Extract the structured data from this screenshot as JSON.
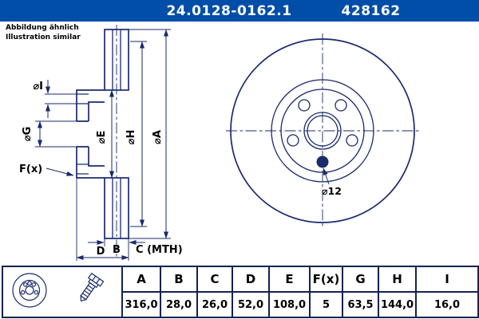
{
  "header": {
    "part_number": "24.0128-0162.1",
    "article_number": "428162"
  },
  "note": {
    "line1": "Abbildung ähnlich",
    "line2": "Illustration similar"
  },
  "drawing": {
    "labels": {
      "dia_i": "⌀I",
      "dia_g": "⌀G",
      "dia_e": "⌀E",
      "dia_h": "⌀H",
      "dia_a": "⌀A",
      "f_x": "F(x)",
      "b": "B",
      "c_mth": "C (MTH)",
      "d": "D",
      "dia_12": "⌀12"
    }
  },
  "table": {
    "headers": [
      "A",
      "B",
      "C",
      "D",
      "E",
      "F(x)",
      "G",
      "H",
      "I"
    ],
    "values": [
      "316,0",
      "28,0",
      "26,0",
      "52,0",
      "108,0",
      "5",
      "63,5",
      "144,0",
      "16,0"
    ]
  },
  "colors": {
    "header_bg": "#004ea8",
    "header_text": "#ffffff",
    "line_color": "#1a2a6c",
    "text_color": "#000000"
  }
}
